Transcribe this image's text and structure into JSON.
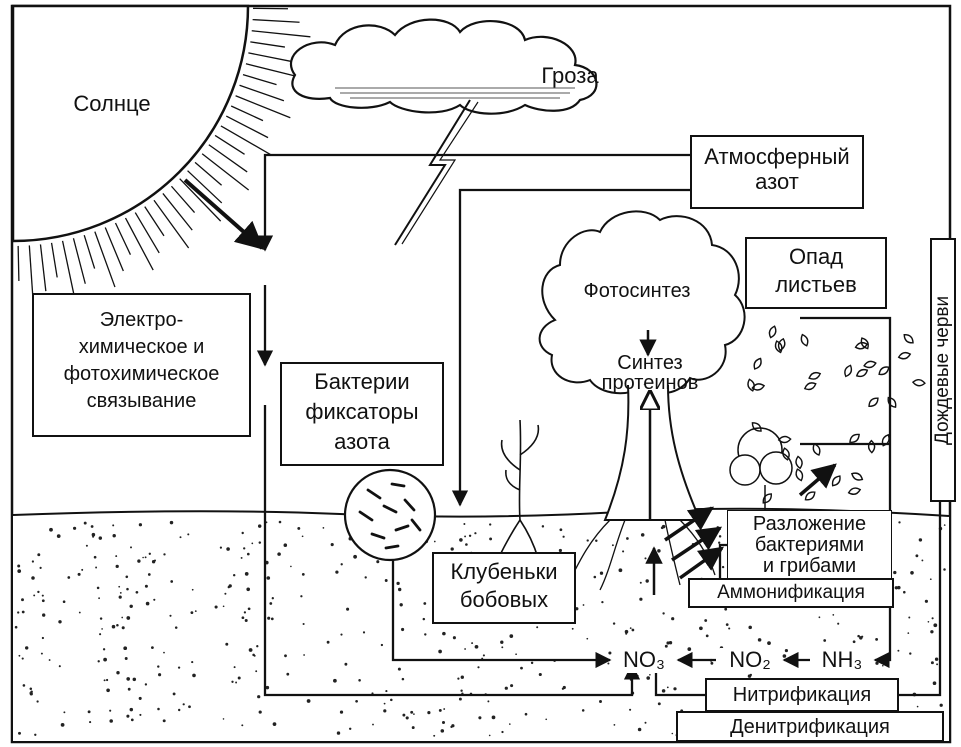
{
  "labels": {
    "sun": "Солнце",
    "storm": "Гроза",
    "atmospheric_nitrogen": "Атмосферный азот",
    "fixation": [
      "Электро-",
      "химическое и",
      "фотохимическое",
      "связывание"
    ],
    "bacteria": [
      "Бактерии",
      "фиксаторы",
      "азота"
    ],
    "photosynthesis": "Фотосинтез",
    "protein_synthesis": [
      "Синтез",
      "протеинов"
    ],
    "leaf_litter": [
      "Опад",
      "листьев"
    ],
    "earthworms": "Дождевые черви",
    "decomposition": [
      "Разложение",
      "бактериями",
      "и грибами"
    ],
    "ammonification": "Аммонификация",
    "nodules": [
      "Клубеньки",
      "бобовых"
    ],
    "no3": "NO₃",
    "no2": "NO₂",
    "nh3": "NH₃",
    "nitrification": "Нитрификация",
    "denitrification": "Денитрификация"
  }
}
